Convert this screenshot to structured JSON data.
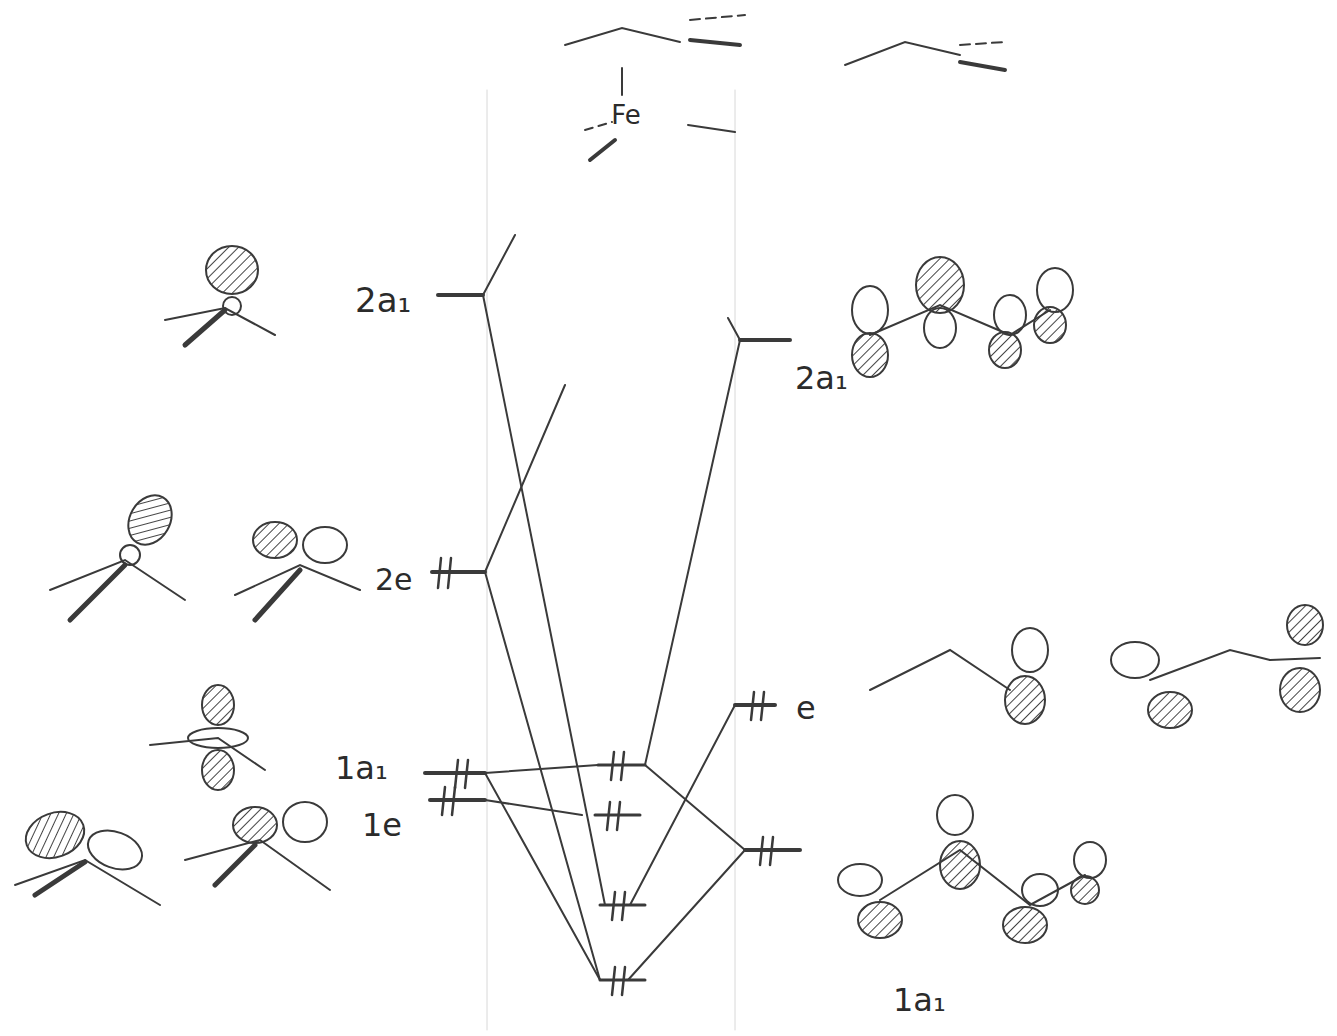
{
  "diagram": {
    "labels": [
      "Fe",
      "2a₁",
      "2e",
      "1a₁",
      "1e",
      "2a₁",
      "e",
      "1a₁"
    ]
  }
}
